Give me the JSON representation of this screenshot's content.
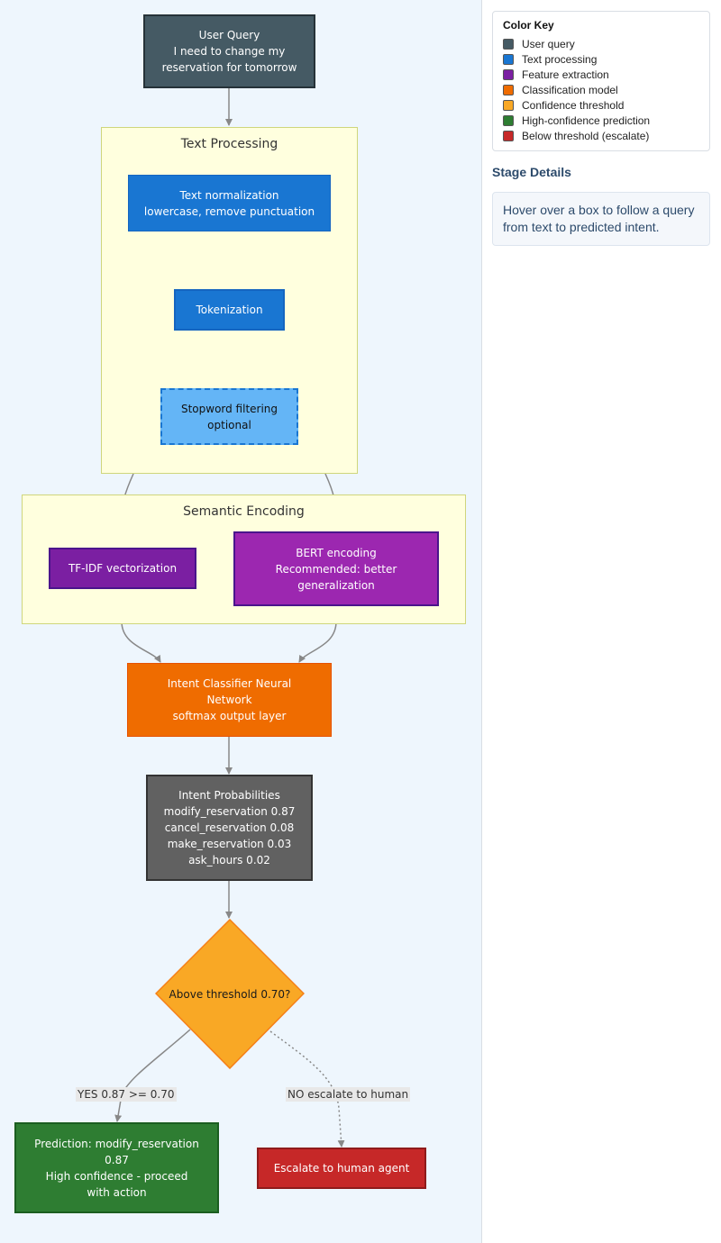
{
  "diagram": {
    "clusters": {
      "text_processing": {
        "title": "Text Processing"
      },
      "semantic_encoding": {
        "title": "Semantic Encoding"
      }
    },
    "nodes": {
      "user_query": {
        "lines": [
          "User Query",
          "I need to change my",
          "reservation for tomorrow"
        ],
        "color": "#455a64"
      },
      "text_normalization": {
        "lines": [
          "Text normalization",
          "lowercase, remove punctuation"
        ],
        "color": "#1976d2"
      },
      "tokenization": {
        "lines": [
          "Tokenization"
        ],
        "color": "#1976d2"
      },
      "stopword_filtering": {
        "lines": [
          "Stopword filtering",
          "optional"
        ],
        "color": "#64b5f6"
      },
      "tfidf": {
        "lines": [
          "TF-IDF vectorization"
        ],
        "color": "#7b1fa2"
      },
      "bert": {
        "lines": [
          "BERT encoding",
          "Recommended: better",
          "generalization"
        ],
        "color": "#9c27b0"
      },
      "classifier": {
        "lines": [
          "Intent Classifier Neural",
          "Network",
          "softmax output layer"
        ],
        "color": "#ef6c00"
      },
      "probabilities": {
        "lines": [
          "Intent Probabilities",
          "modify_reservation 0.87",
          "cancel_reservation 0.08",
          "make_reservation 0.03",
          "ask_hours 0.02"
        ],
        "color": "#616161"
      },
      "threshold": {
        "label": "Above threshold 0.70?",
        "color": "#f9a825"
      },
      "prediction": {
        "lines": [
          "Prediction: modify_reservation",
          "0.87",
          "High confidence - proceed",
          "with action"
        ],
        "color": "#2e7d32"
      },
      "escalate": {
        "lines": [
          "Escalate to human agent"
        ],
        "color": "#c62828"
      }
    },
    "edge_labels": {
      "yes": "YES 0.87 >= 0.70",
      "no": "NO escalate to human"
    }
  },
  "legend": {
    "title": "Color Key",
    "items": [
      {
        "label": "User query",
        "color": "#455a64"
      },
      {
        "label": "Text processing",
        "color": "#1976d2"
      },
      {
        "label": "Feature extraction",
        "color": "#7b1fa2"
      },
      {
        "label": "Classification model",
        "color": "#ef6c00"
      },
      {
        "label": "Confidence threshold",
        "color": "#f9a825"
      },
      {
        "label": "High-confidence prediction",
        "color": "#2e7d32"
      },
      {
        "label": "Below threshold (escalate)",
        "color": "#c62828"
      }
    ]
  },
  "details": {
    "heading": "Stage Details",
    "text": "Hover over a box to follow a query from text to predicted intent."
  }
}
